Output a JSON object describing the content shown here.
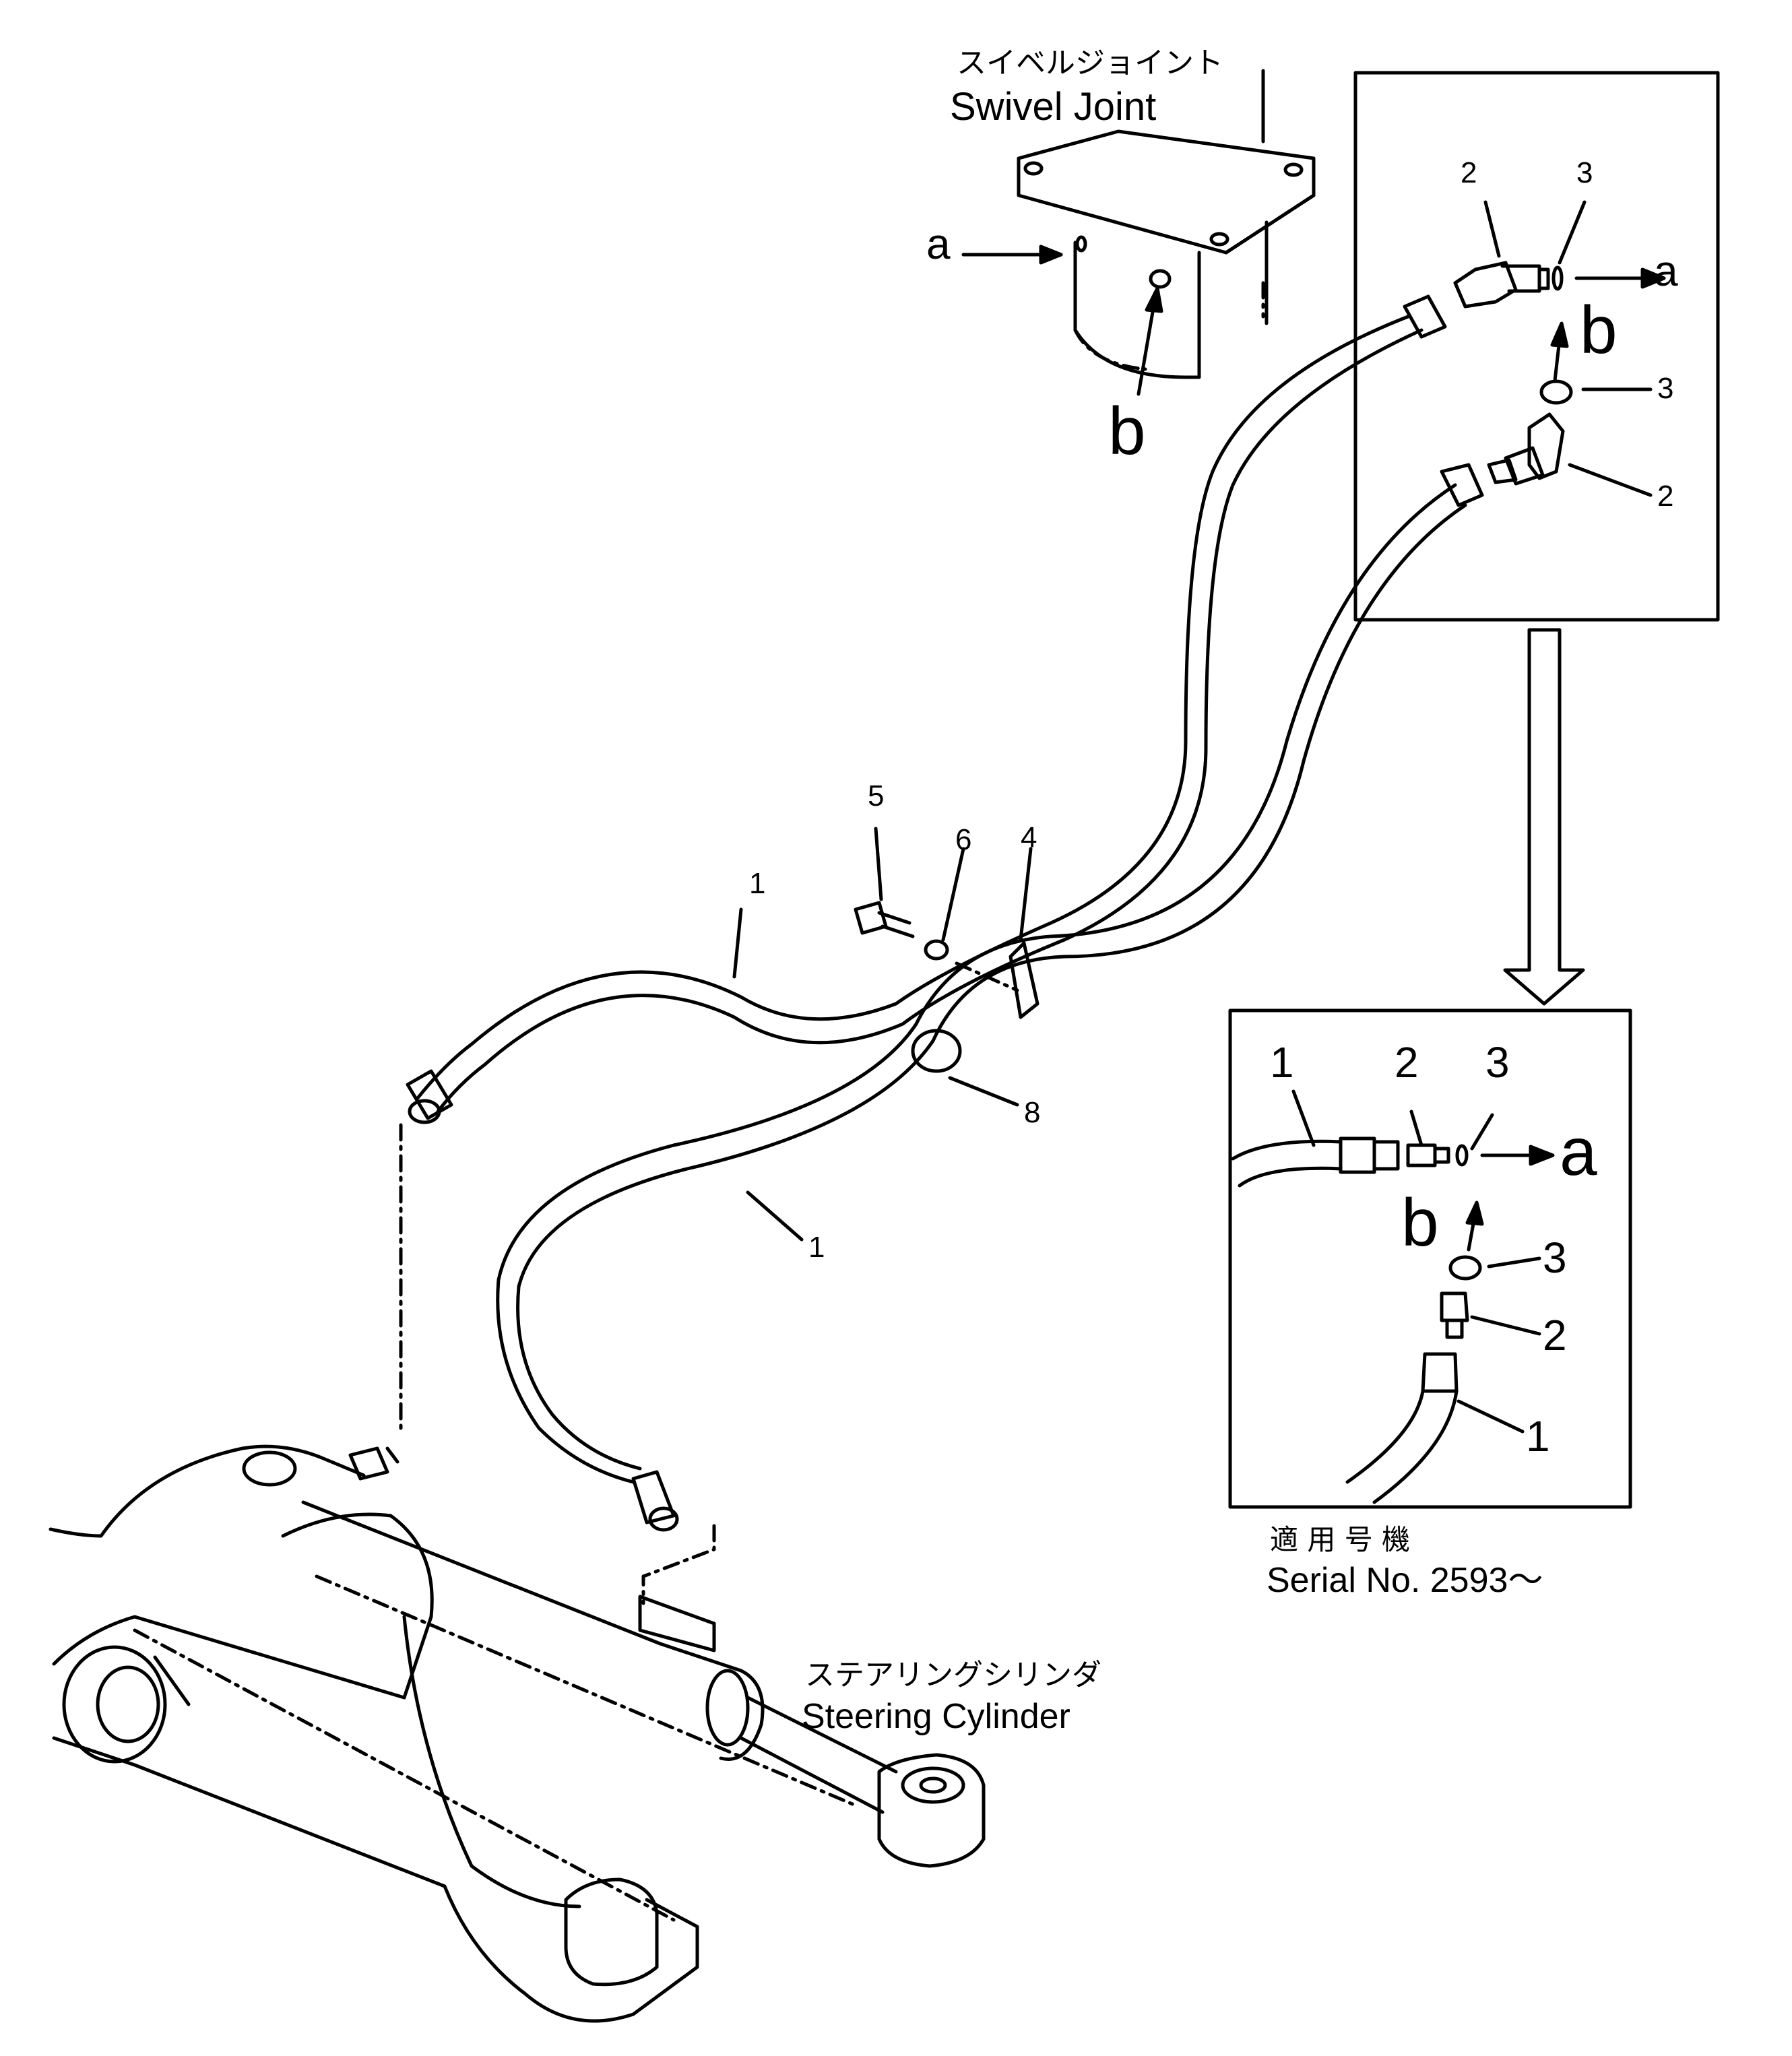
{
  "labels": {
    "swivel_joint_jp": "スイベルジョイント",
    "swivel_joint_en": "Swivel Joint",
    "steering_cylinder_jp": "ステアリングシリンダ",
    "steering_cylinder_en": "Steering Cylinder",
    "serial_jp": "適 用 号 機",
    "serial_en": "Serial No. 2593～"
  },
  "port_letters": {
    "a": "a",
    "b": "b"
  },
  "callouts": {
    "hose": "1",
    "elbow": "2",
    "o_ring": "3",
    "clamp": "4",
    "bolt": "5",
    "washer": "6",
    "band": "8"
  },
  "colors": {
    "ink": "#000000",
    "paper": "#ffffff"
  }
}
